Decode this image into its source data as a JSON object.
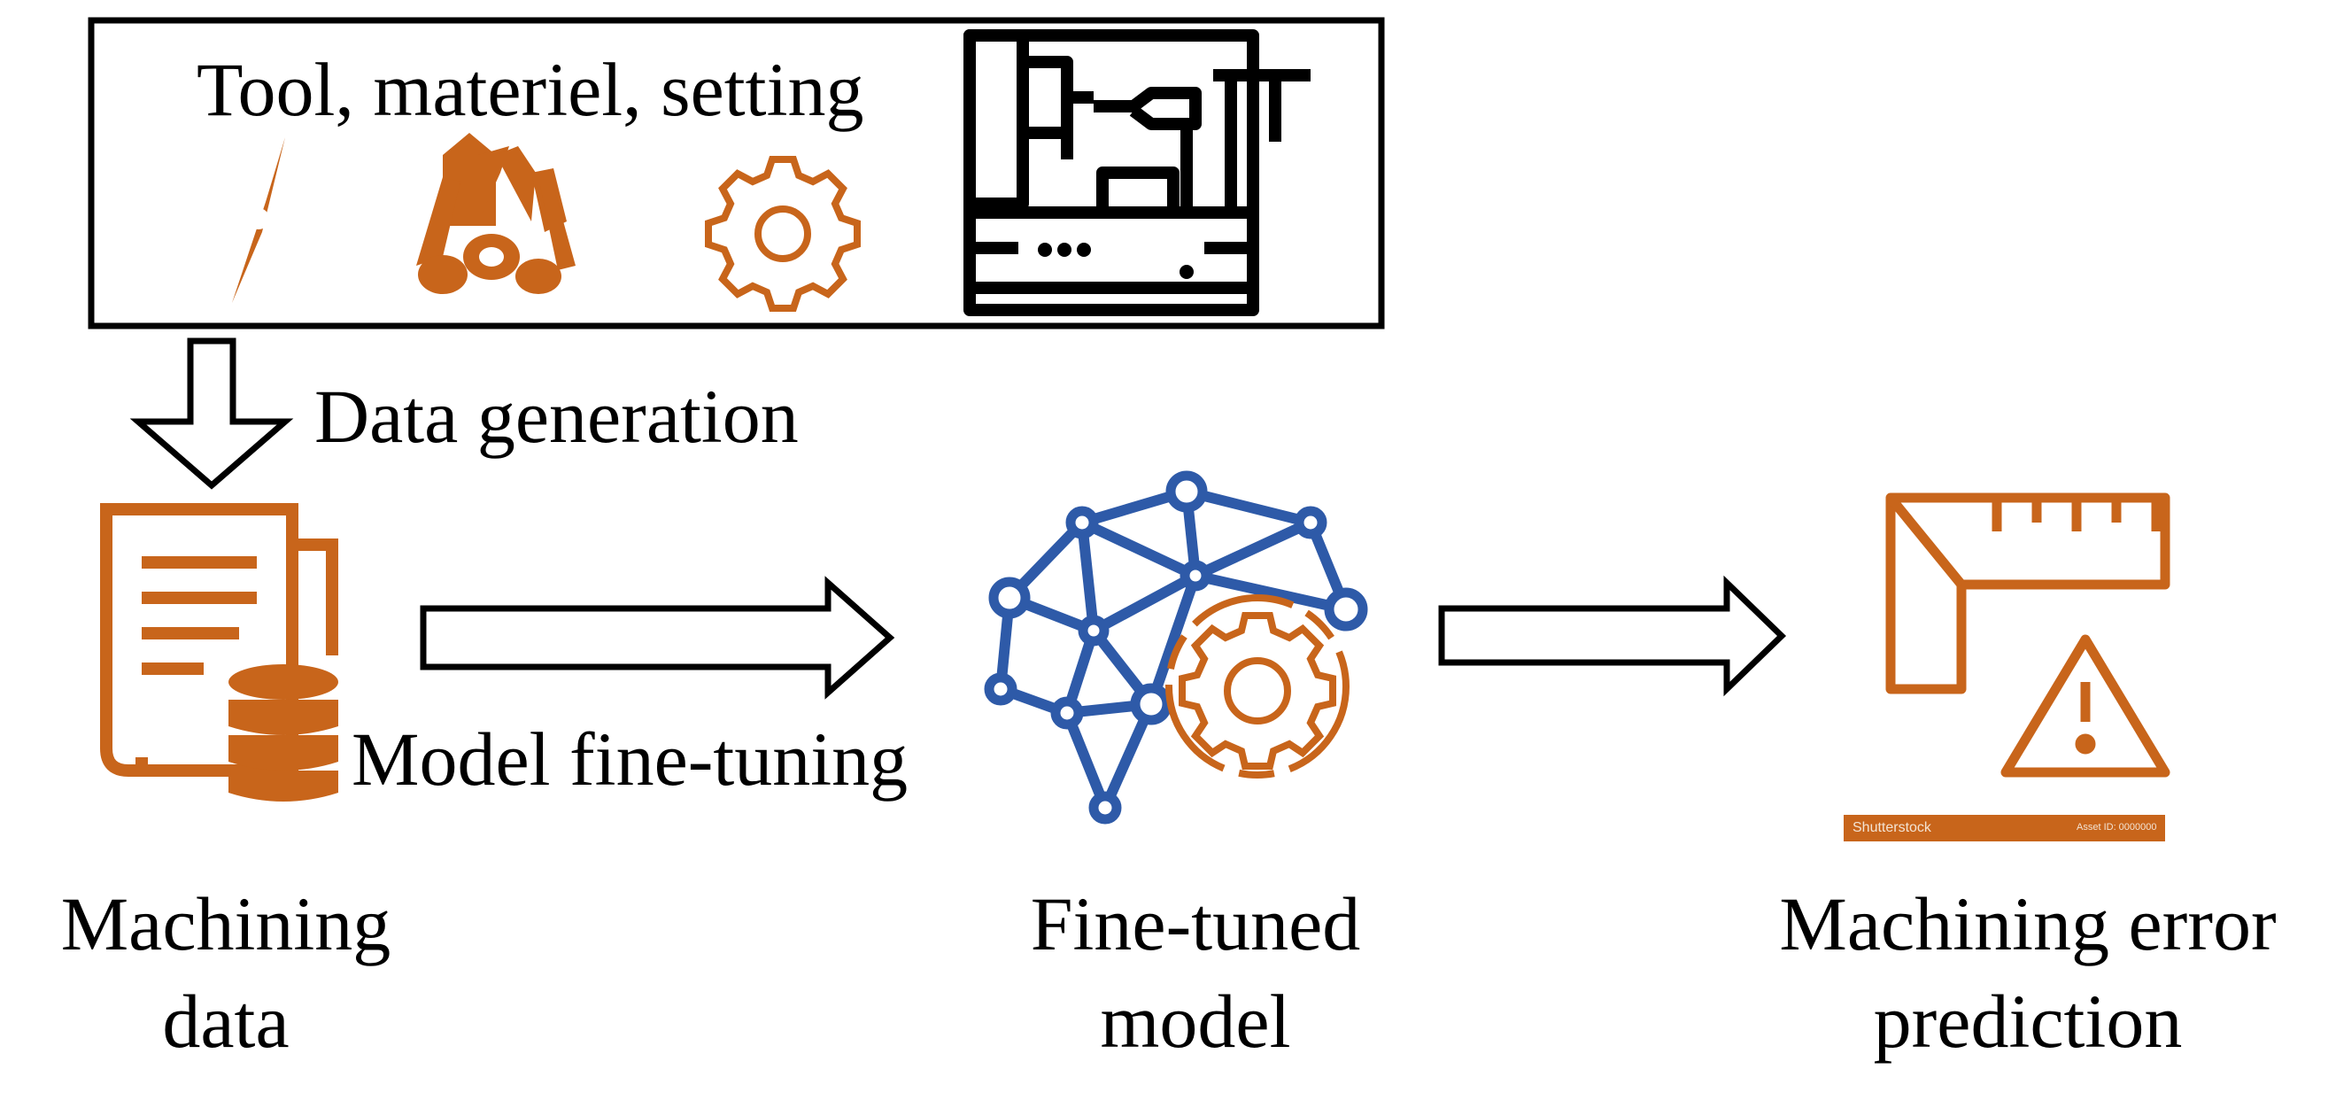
{
  "diagram": {
    "top_box_title": "Tool, materiel, setting",
    "step_data_generation": "Data generation",
    "step_model_fine_tuning": "Model fine-tuning",
    "node_machining_data": {
      "line1": "Machining",
      "line2": "data"
    },
    "node_fine_tuned_model": {
      "line1": "Fine-tuned",
      "line2": "model"
    },
    "node_prediction": {
      "line1": "Machining error",
      "line2": "prediction"
    },
    "stock_watermark_left": "Shutterstock",
    "stock_watermark_right": "Asset ID: 0000000"
  },
  "icons": [
    "tool-icon",
    "material-bars-icon",
    "gear-icon",
    "cnc-machine-icon",
    "document-database-icon",
    "ai-brain-network-icon",
    "ruler-warning-icon"
  ],
  "colors": {
    "accent_orange": "#C8651B",
    "network_blue": "#2E5AA8",
    "outline_black": "#000000"
  }
}
